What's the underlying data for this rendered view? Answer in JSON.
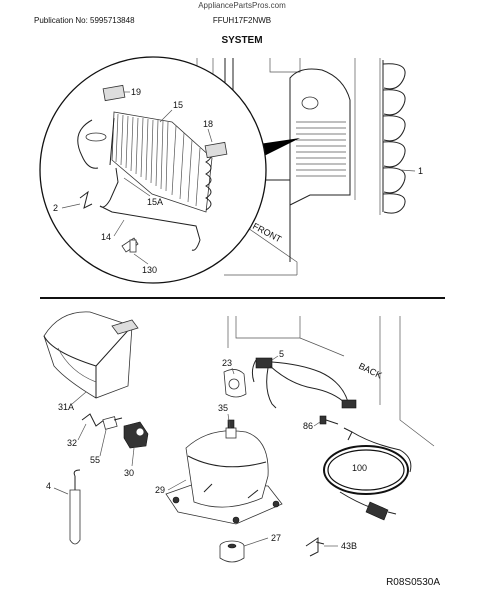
{
  "header": {
    "site": "AppliancePartsPros.com",
    "publication": "Publication No: 5995713848",
    "model": "FFUH17F2NWB",
    "title": "SYSTEM"
  },
  "footer": {
    "drawing_code": "R08S0530A"
  },
  "diagram": {
    "labels": {
      "front": "FRONT",
      "back": "BACK"
    },
    "callouts": [
      {
        "id": "19",
        "text": "19"
      },
      {
        "id": "15",
        "text": "15"
      },
      {
        "id": "18",
        "text": "18"
      },
      {
        "id": "1",
        "text": "1"
      },
      {
        "id": "2",
        "text": "2"
      },
      {
        "id": "15A",
        "text": "15A"
      },
      {
        "id": "14",
        "text": "14"
      },
      {
        "id": "130",
        "text": "130"
      },
      {
        "id": "23",
        "text": "23"
      },
      {
        "id": "5",
        "text": "5"
      },
      {
        "id": "31A",
        "text": "31A"
      },
      {
        "id": "35",
        "text": "35"
      },
      {
        "id": "86",
        "text": "86"
      },
      {
        "id": "32",
        "text": "32"
      },
      {
        "id": "55",
        "text": "55"
      },
      {
        "id": "30",
        "text": "30"
      },
      {
        "id": "100",
        "text": "100"
      },
      {
        "id": "4",
        "text": "4"
      },
      {
        "id": "29",
        "text": "29"
      },
      {
        "id": "27",
        "text": "27"
      },
      {
        "id": "43B",
        "text": "43B"
      }
    ]
  }
}
